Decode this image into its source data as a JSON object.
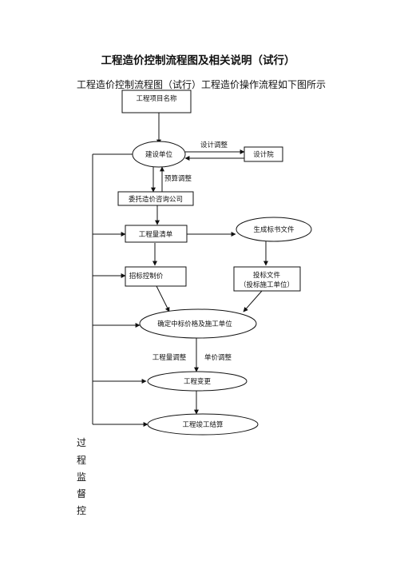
{
  "document": {
    "title": "工程造价控制流程图及相关说明（试行）",
    "subtitle": "工程造价控制流程图（试行）工程造价操作流程如下图所示"
  },
  "flowchart": {
    "nodes": {
      "project_name": "工程项目名称",
      "construction_unit": "建设单位",
      "design_institute": "设计院",
      "consulting_company": "委托造价咨询公司",
      "bill_of_quantities": "工程量清单",
      "tender_documents": "生成标书文件",
      "bid_control_price": "招标控制价",
      "bid_documents_line1": "投标文件",
      "bid_documents_line2": "（投标施工单位）",
      "determine_winner": "确定中标价格及施工单位",
      "engineering_change": "工程变更",
      "final_settlement": "工程竣工结算"
    },
    "labels": {
      "design_adjustment": "设计调整",
      "budget_adjustment": "预算调整",
      "quantity_adjustment": "工程量调整",
      "unit_price_adjustment": "单价调整"
    }
  },
  "side_text": [
    "过",
    "程",
    "监",
    "督",
    "控"
  ]
}
